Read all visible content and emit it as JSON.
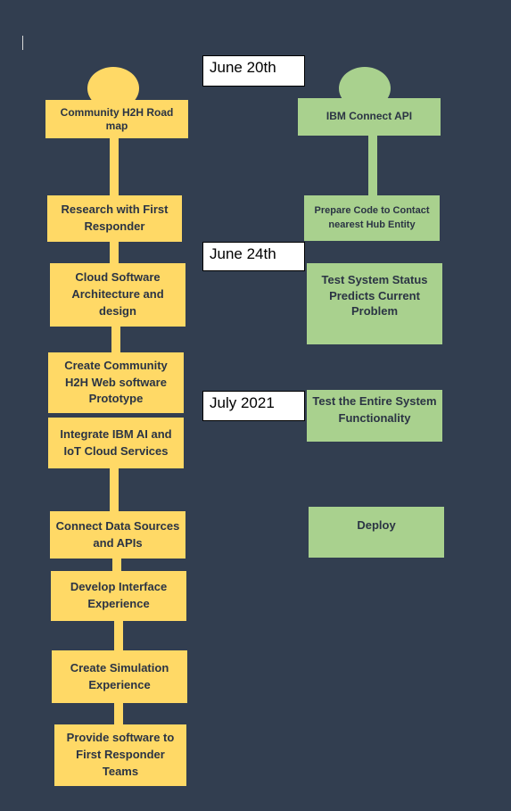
{
  "colors": {
    "background": "#323e50",
    "track_yellow": "#ffd966",
    "track_green": "#a9d18e",
    "box_text": "#2b3444"
  },
  "dates": {
    "june_20": "June 20th",
    "june_24": "June 24th",
    "july_2021": "July 2021"
  },
  "left_track": {
    "start": "Community H2H Road map",
    "steps": [
      "Research with First Responder",
      "Cloud Software Architecture and design",
      "Create Community H2H Web software Prototype",
      "Integrate IBM AI and IoT Cloud Services",
      "Connect Data Sources and APIs",
      "Develop Interface Experience",
      "Create Simulation Experience",
      "Provide software to First Responder Teams"
    ]
  },
  "right_track": {
    "start": "IBM Connect API",
    "steps": [
      "Prepare Code to Contact nearest Hub Entity",
      "Test System Status Predicts Current Problem",
      "Test the Entire System Functionality",
      "Deploy"
    ]
  }
}
